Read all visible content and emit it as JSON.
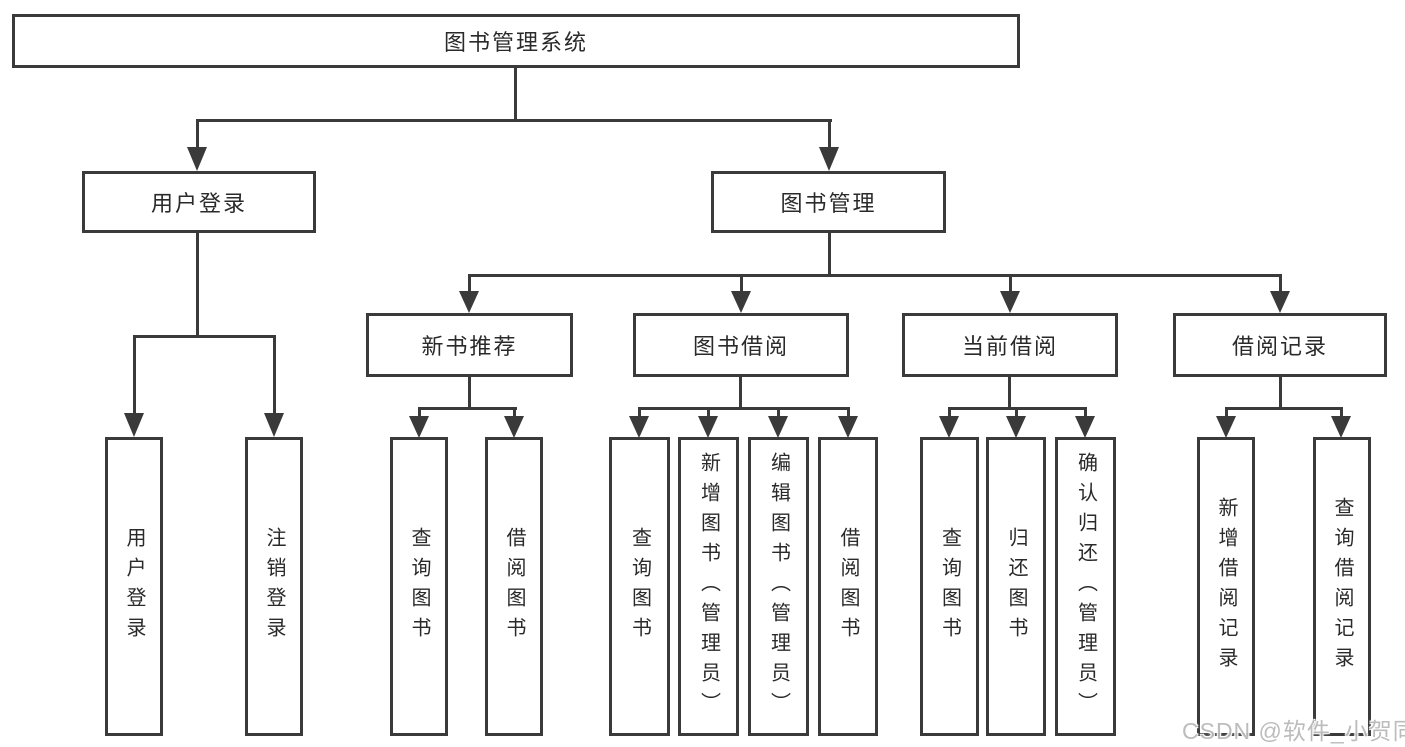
{
  "diagram": {
    "root": {
      "label": "图书管理系统"
    },
    "level2": [
      {
        "label": "用户登录"
      },
      {
        "label": "图书管理"
      }
    ],
    "level3": [
      {
        "label": "新书推荐"
      },
      {
        "label": "图书借阅"
      },
      {
        "label": "当前借阅"
      },
      {
        "label": "借阅记录"
      }
    ],
    "leaves": {
      "user_login": [
        {
          "label": "用户登录"
        },
        {
          "label": "注销登录"
        }
      ],
      "new_book": [
        {
          "label": "查询图书"
        },
        {
          "label": "借阅图书"
        }
      ],
      "book_borrow": [
        {
          "label": "查询图书"
        },
        {
          "label": "新增图书（管理员）"
        },
        {
          "label": "编辑图书（管理员）"
        },
        {
          "label": "借阅图书"
        }
      ],
      "current_borrow": [
        {
          "label": "查询图书"
        },
        {
          "label": "归还图书"
        },
        {
          "label": "确认归还（管理员）"
        }
      ],
      "borrow_record": [
        {
          "label": "新增借阅记录"
        },
        {
          "label": "查询借阅记录"
        }
      ]
    }
  },
  "watermark": {
    "text": "CSDN @软件_小贺同学"
  },
  "colors": {
    "line": "#3a3a3a",
    "text": "#2a2a2a",
    "watermark": "#b9b9b9",
    "background": "#ffffff"
  }
}
